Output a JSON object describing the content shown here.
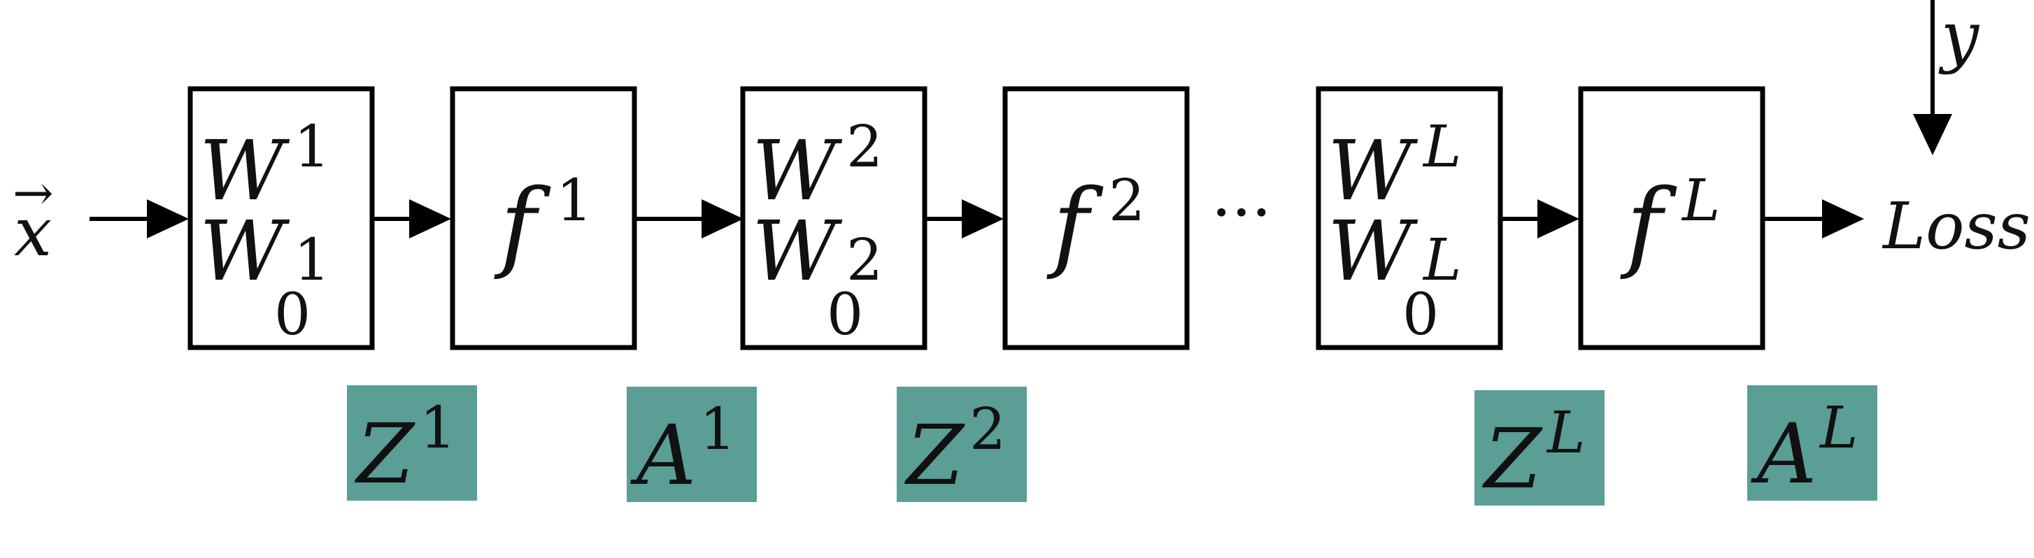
{
  "diagram": {
    "input_label": {
      "base": "x",
      "arrow": "→"
    },
    "target_label": "y",
    "output_label": "Loss",
    "ellipsis": "···",
    "layers": [
      {
        "weight": "W",
        "bias_base": "W",
        "bias_sub": "0",
        "sup": "1"
      },
      {
        "fn": "f",
        "sup": "1"
      },
      {
        "weight": "W",
        "bias_base": "W",
        "bias_sub": "0",
        "sup": "2"
      },
      {
        "fn": "f",
        "sup": "2"
      },
      {
        "weight": "W",
        "bias_base": "W",
        "bias_sub": "0",
        "sup": "L"
      },
      {
        "fn": "f",
        "sup": "L"
      }
    ],
    "intermediates": [
      {
        "base": "Z",
        "sup": "1"
      },
      {
        "base": "A",
        "sup": "1"
      },
      {
        "base": "Z",
        "sup": "2"
      },
      {
        "base": "Z",
        "sup": "L"
      },
      {
        "base": "A",
        "sup": "L"
      }
    ],
    "colors": {
      "tile": "#5a9e96",
      "stroke": "#000000"
    }
  }
}
